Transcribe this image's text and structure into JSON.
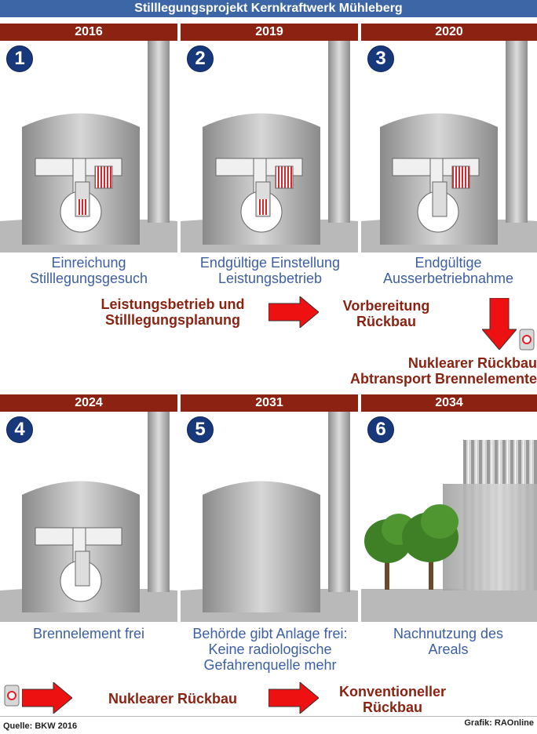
{
  "title": "Stilllegungsprojekt Kernkraftwerk Mühleberg",
  "colors": {
    "title_bg": "#3d66a6",
    "year_bg": "#8c2312",
    "caption": "#3d5fa3",
    "accent": "#8c2312",
    "arrow": "#ee1111",
    "badge": "#17397b",
    "fuel": "#e0222b"
  },
  "panels": [
    {
      "number": "1",
      "year": "2016",
      "caption": [
        "Einreichung",
        "Stilllegungsgesuch"
      ]
    },
    {
      "number": "2",
      "year": "2019",
      "caption": [
        "Endgültige Einstellung",
        "Leistungsbetrieb"
      ]
    },
    {
      "number": "3",
      "year": "2020",
      "caption": [
        "Endgültige",
        "Ausserbetriebnahme"
      ]
    },
    {
      "number": "4",
      "year": "2024",
      "caption": [
        "Brennelement frei"
      ]
    },
    {
      "number": "5",
      "year": "2031",
      "caption": [
        "Behörde gibt Anlage frei:",
        "Keine radiologische",
        "Gefahrenquelle mehr"
      ]
    },
    {
      "number": "6",
      "year": "2034",
      "caption": [
        "Nachnutzung des",
        "Areals"
      ]
    }
  ],
  "phases": {
    "p1": [
      "Leistungsbetrieb und",
      "Stilllegungsplanung"
    ],
    "p2": [
      "Vorbereitung",
      "Rückbau"
    ],
    "p3": [
      "Nuklearer Rückbau",
      "Abtransport Brennelemente"
    ],
    "p4": "Nuklearer Rückbau",
    "p5": [
      "Konventioneller",
      "Rückbau"
    ]
  },
  "icons": {
    "arrow": "arrow-right-icon",
    "arrow_down": "arrow-down-icon",
    "container": "cask-icon",
    "tree": "tree-icon",
    "building": "reactor-building-icon",
    "chimney": "chimney-icon"
  },
  "footer": {
    "source": "Quelle: BKW 2016",
    "credit": "Grafik: RAOnline"
  }
}
